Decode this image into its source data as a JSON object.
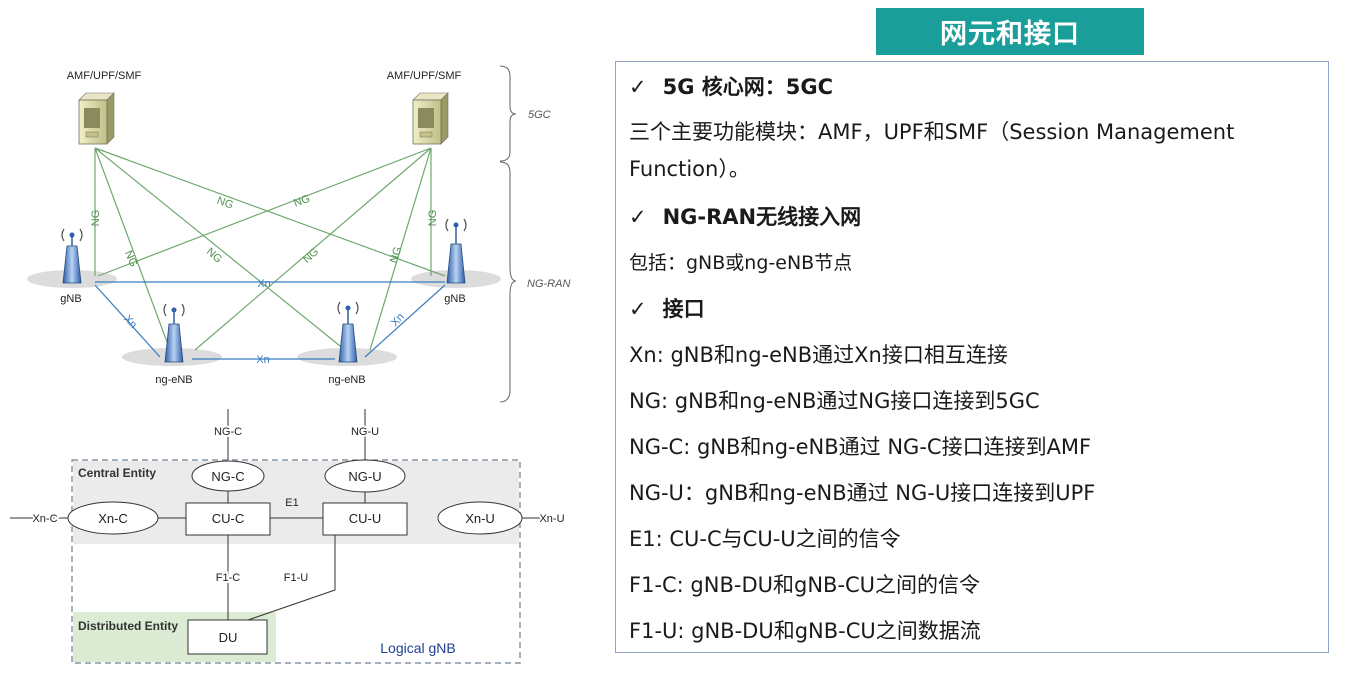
{
  "colors": {
    "title_bg": "#1a9e9a",
    "ng_line": "#6fa86f",
    "xn_line": "#3a7cc0",
    "central_bg": "#ebebeb",
    "distributed_bg": "#dcebd3",
    "logical_label": "#1f3f8f"
  },
  "title": "网元和接口",
  "diagram": {
    "core_left": "AMF/UPF/SMF",
    "core_right": "AMF/UPF/SMF",
    "brace_5gc": "5GC",
    "brace_ngran": "NG-RAN",
    "gnb_left": "gNB",
    "gnb_right": "gNB",
    "ngenb_left": "ng-eNB",
    "ngenb_right": "ng-eNB",
    "ng_label": "NG",
    "xn_label": "Xn",
    "logical": {
      "ng_c_line": "NG-C",
      "ng_u_line": "NG-U",
      "central_entity": "Central Entity",
      "ng_c": "NG-C",
      "ng_u": "NG-U",
      "e1": "E1",
      "xn_c_line": "Xn-C",
      "xn_c": "Xn-C",
      "cu_c": "CU-C",
      "cu_u": "CU-U",
      "xn_u": "Xn-U",
      "xn_u_line": "Xn-U",
      "f1_c": "F1-C",
      "f1_u": "F1-U",
      "distributed_entity": "Distributed Entity",
      "du": "DU",
      "logical_gnb": "Logical gNB"
    }
  },
  "panel": {
    "check": "✓",
    "h1": "5G 核心网：5GC",
    "p1": "三个主要功能模块：AMF，UPF和SMF（Session Management Function）。",
    "h2": "NG-RAN无线接入网",
    "p2": "包括：gNB或ng-eNB节点",
    "h3": "接口",
    "items": [
      "Xn: gNB和ng-eNB通过Xn接口相互连接",
      "NG: gNB和ng-eNB通过NG接口连接到5GC",
      "NG-C: gNB和ng-eNB通过 NG-C接口连接到AMF",
      "NG-U：gNB和ng-eNB通过 NG-U接口连接到UPF",
      "E1: CU-C与CU-U之间的信令",
      "F1-C: gNB-DU和gNB-CU之间的信令",
      "F1-U: gNB-DU和gNB-CU之间数据流"
    ]
  }
}
